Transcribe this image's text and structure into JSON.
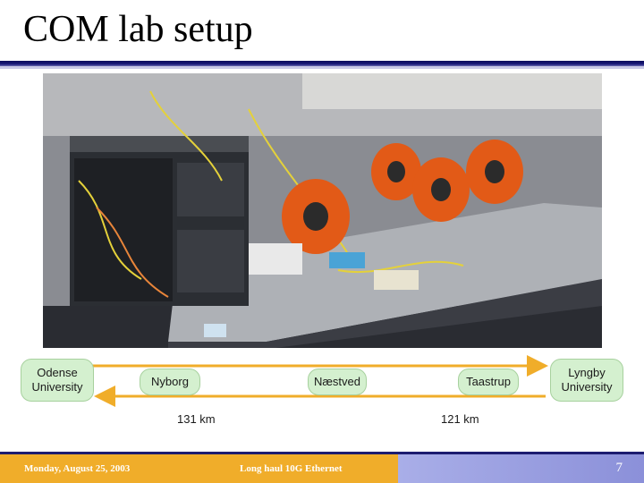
{
  "slide": {
    "title": "COM lab setup"
  },
  "photo": {
    "icon": "lab-photo-image"
  },
  "diagram": {
    "nodes": {
      "odense": "Odense\nUniversity",
      "nyborg": "Nyborg",
      "naestved": "Næstved",
      "taastrup": "Taastrup",
      "lyngby": "Lyngby\nUniversity"
    },
    "distances": {
      "left": "131 km",
      "right": "121 km"
    },
    "colors": {
      "node_fill": "#d4f0cf",
      "arrow": "#f0ad2a"
    }
  },
  "footer": {
    "date": "Monday, August 25, 2003",
    "topic": "Long haul 10G Ethernet",
    "page_number": "7"
  }
}
